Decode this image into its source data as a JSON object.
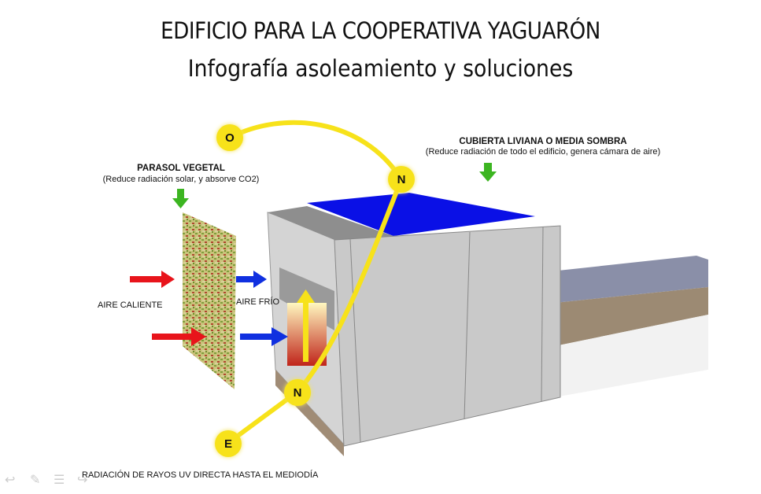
{
  "slide": {
    "title": "EDIFICIO PARA LA COOPERATIVA YAGUARÓN",
    "subtitle": "Infografía asoleamiento y soluciones"
  },
  "labels": {
    "parasol_title": "PARASOL  VEGETAL",
    "parasol_desc": "(Reduce radiación solar, y absorve CO2)",
    "cubierta_title": "CUBIERTA LIVIANA O MEDIA SOMBRA",
    "cubierta_desc": "(Reduce radiación de todo el edificio, genera cámara de aire)",
    "aire_caliente": "AIRE CALIENTE",
    "aire_frio": "AIRE FRÍO",
    "radiacion": "RADIACIÓN DE RAYOS UV DIRECTA HASTA EL MEDIODÍA"
  },
  "sun_markers": {
    "west": "O",
    "north_top": "N",
    "north_bottom": "N",
    "east": "E"
  },
  "colors": {
    "sun": "#f7e21a",
    "hot_air": "#e8141b",
    "cold_air": "#1030e0",
    "roof_cover": "#0a10e6",
    "green_arrow": "#3cb521"
  },
  "nav_icons": [
    "back-arrow-icon",
    "pen-icon",
    "menu-icon",
    "forward-arrow-icon"
  ]
}
